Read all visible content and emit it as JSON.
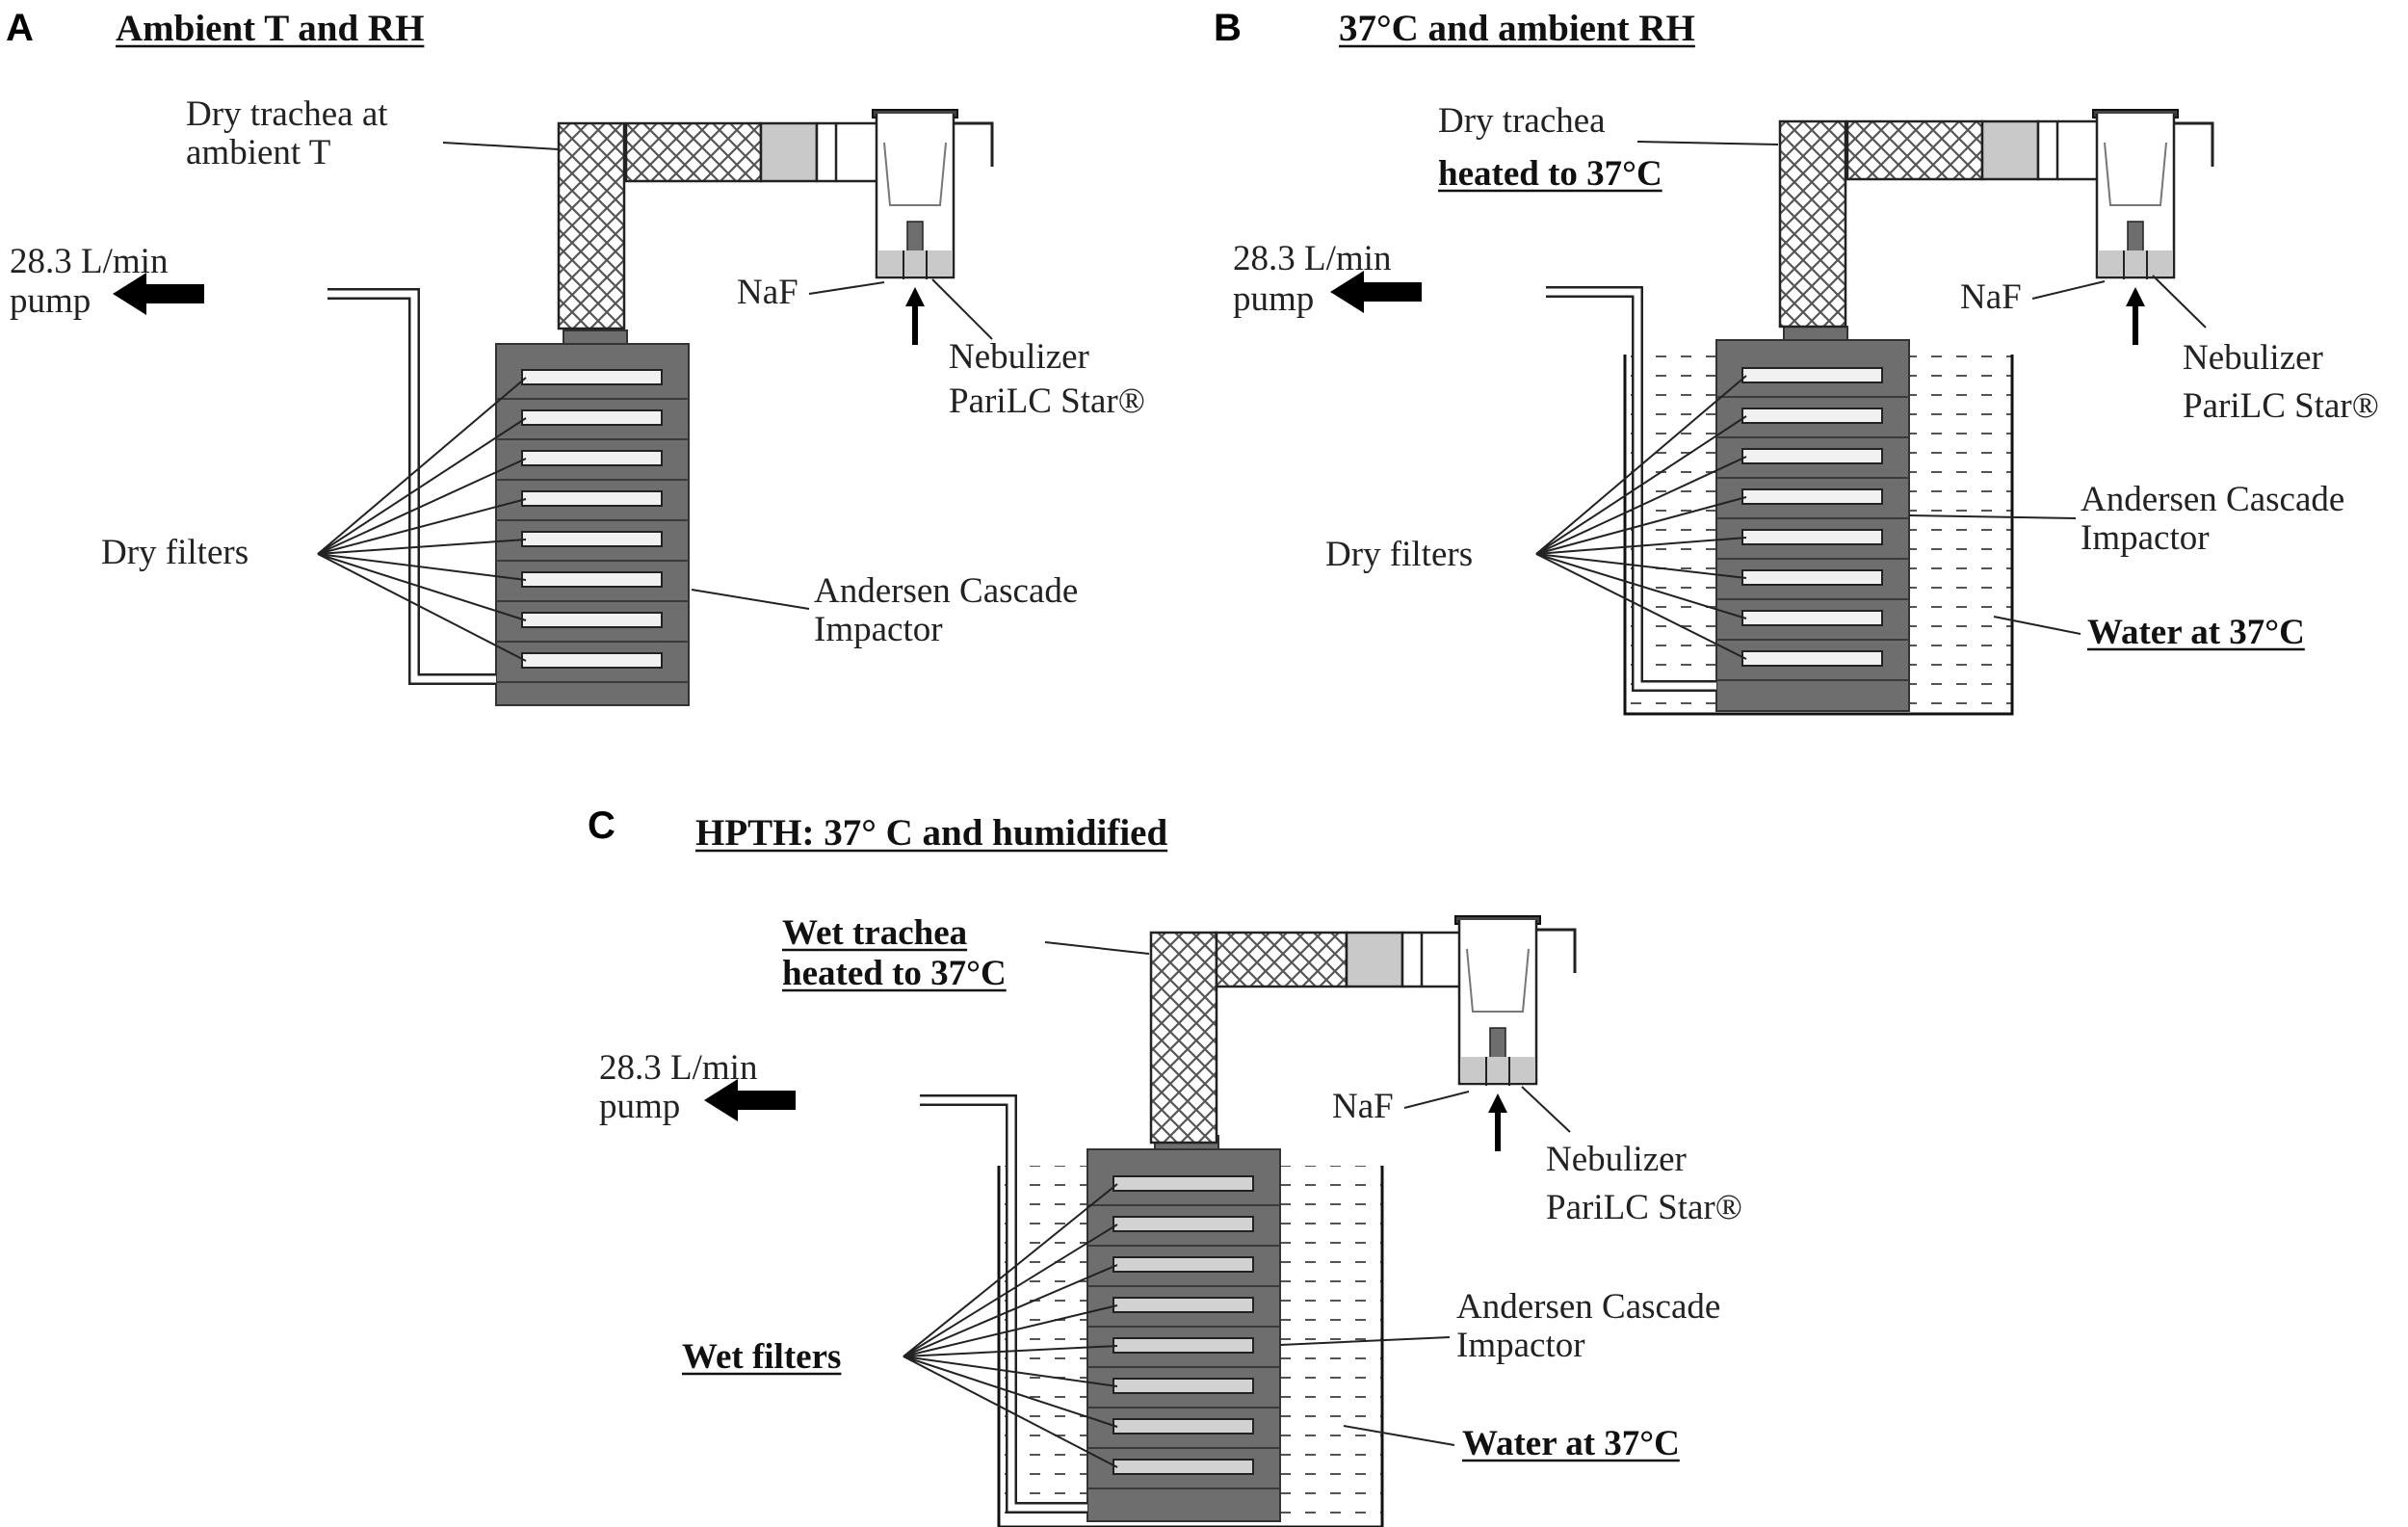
{
  "panels": [
    {
      "letter": "A",
      "title": "Ambient T and RH",
      "trachea": [
        "Dry trachea  at",
        "ambient T"
      ],
      "pump": [
        "28.3 L/min",
        "pump"
      ],
      "naf": "NaF",
      "nebulizer": [
        "Nebulizer",
        "PariLC Star®"
      ],
      "filters": "Dry filters",
      "impactor": [
        "Andersen Cascade",
        "Impactor"
      ]
    },
    {
      "letter": "B",
      "title": "37°C and ambient RH",
      "trachea": [
        "Dry trachea",
        "heated to 37°C"
      ],
      "pump": [
        "28.3 L/min",
        "pump"
      ],
      "naf": "NaF",
      "nebulizer": [
        "Nebulizer",
        "PariLC Star®"
      ],
      "filters": "Dry filters",
      "impactor": [
        "Andersen Cascade",
        "Impactor"
      ],
      "water": "Water at 37°C"
    },
    {
      "letter": "C",
      "title": "HPTH: 37° C and humidified",
      "trachea": [
        "Wet trachea",
        "heated to 37°C"
      ],
      "pump": [
        "28.3 L/min",
        "pump"
      ],
      "naf": "NaF",
      "nebulizer": [
        "Nebulizer",
        "PariLC Star®"
      ],
      "filters": "Wet filters",
      "impactor": [
        "Andersen Cascade",
        "Impactor"
      ],
      "water": "Water at 37°C"
    }
  ],
  "colors": {
    "impactor": "#6e6e6e",
    "filter": "#f1f1f1",
    "filter_wet": "#d2d2d2",
    "crosshatch": "#555555",
    "connector": "#c9c9c9",
    "water_dash": "#555555",
    "text": "#222222"
  }
}
